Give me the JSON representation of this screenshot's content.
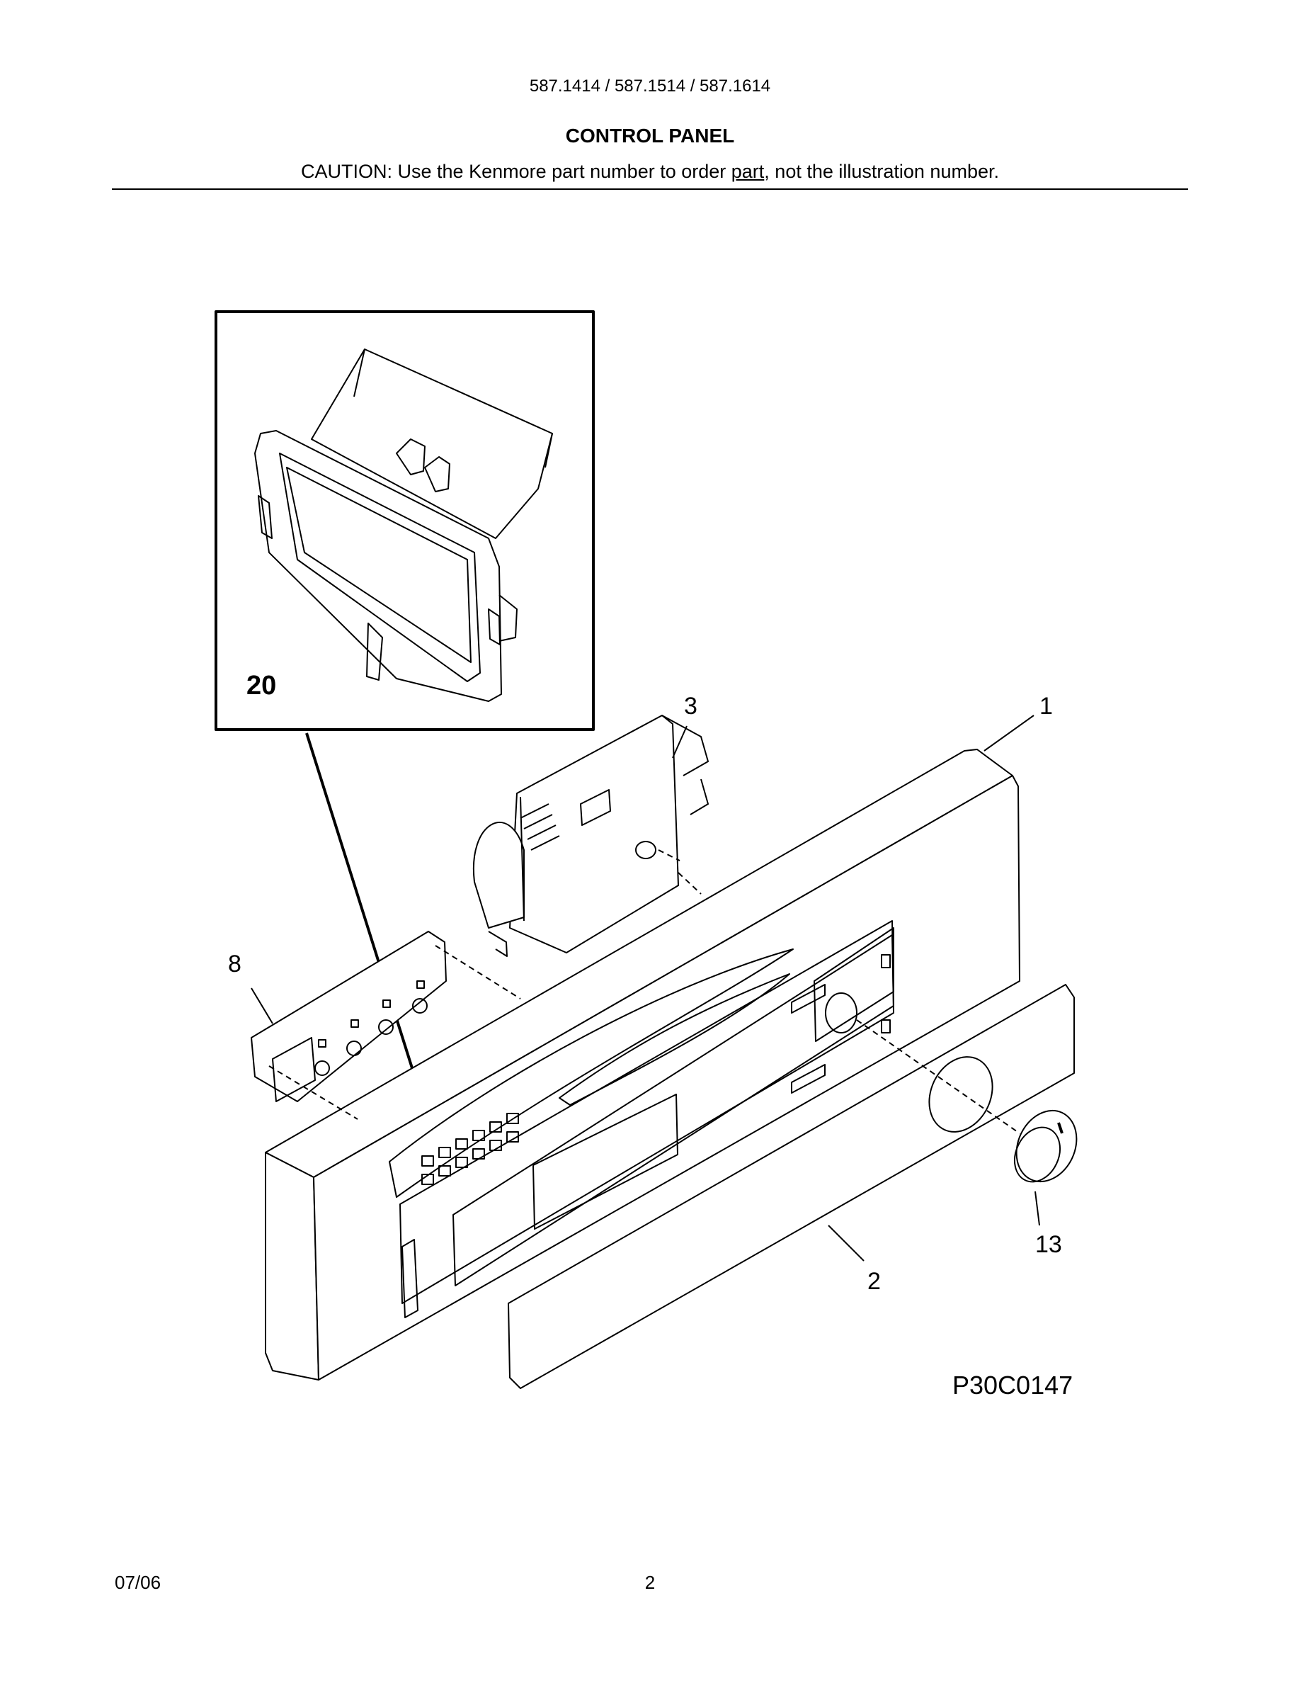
{
  "header": {
    "model_numbers": "587.1414 / 587.1514 / 587.1614",
    "title": "CONTROL PANEL",
    "caution_prefix": "CAUTION: Use the Kenmore part number to order ",
    "caution_underlined": "part",
    "caution_suffix": ", not the illustration number."
  },
  "diagram": {
    "callouts": [
      {
        "id": "inset-20",
        "label": "20"
      },
      {
        "id": "part-1",
        "label": "1"
      },
      {
        "id": "part-2",
        "label": "2"
      },
      {
        "id": "part-3",
        "label": "3"
      },
      {
        "id": "part-8",
        "label": "8"
      },
      {
        "id": "part-13",
        "label": "13"
      }
    ],
    "drawing_code": "P30C0147"
  },
  "footer": {
    "date": "07/06",
    "page_number": "2"
  }
}
